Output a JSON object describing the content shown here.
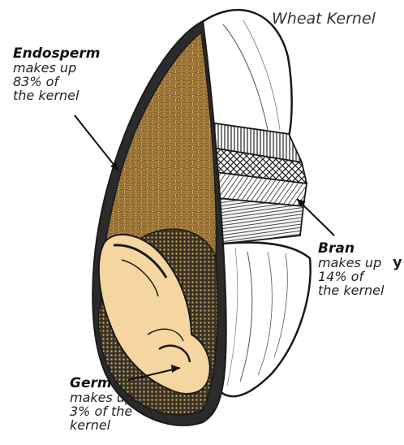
{
  "title": "Wheat Kernel",
  "parts": [
    {
      "id": "endosperm",
      "name": "Endosperm",
      "lines": [
        "makes up",
        "83% of",
        "the kernel"
      ],
      "percent": 83
    },
    {
      "id": "bran",
      "name": "Bran",
      "lines": [
        "makes up",
        "14% of",
        "the kernel"
      ],
      "percent": 14
    },
    {
      "id": "germ",
      "name": "Germ",
      "lines": [
        "makes up",
        "3% of the",
        "kernel"
      ],
      "percent": 3
    }
  ],
  "stray_char": "y",
  "colors": {
    "endosperm_fill": "#c9a35e",
    "germ_fill": "#f5d6a0",
    "outline": "#1a1a1a",
    "shell": "#ffffff"
  }
}
